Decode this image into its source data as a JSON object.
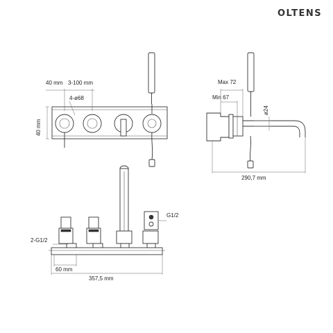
{
  "brand": "OLTENS",
  "front_view": {
    "dim_spacing_a": "40 mm",
    "dim_spacing_b": "3-100 mm",
    "dim_hole": "4-ø68",
    "dim_height": "40 mm"
  },
  "side_view": {
    "dim_max": "Max 72",
    "dim_min": "Min 67",
    "dim_diameter": "ø24",
    "dim_depth": "290,7 mm"
  },
  "bottom_view": {
    "dim_thread_left": "2-G1/2",
    "dim_thread_right": "G1/2",
    "dim_offset": "60 mm",
    "dim_total": "357,5 mm"
  }
}
